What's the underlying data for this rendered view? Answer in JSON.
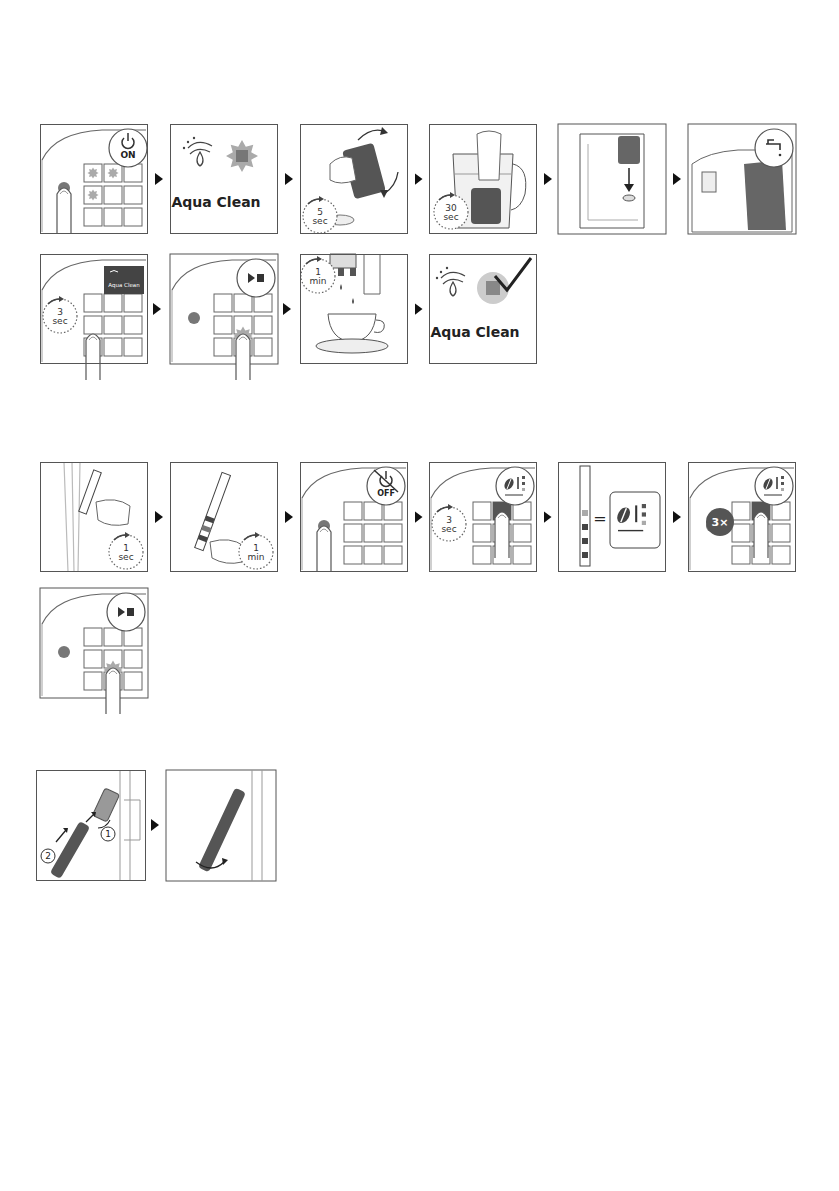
{
  "diagram": {
    "nodes": [
      {
        "text": [
          "ON"
        ]
      },
      {
        "text": [
          "Aqua Clean"
        ]
      },
      {
        "text": [
          "5 sec"
        ]
      },
      {
        "text": [
          "30 sec"
        ]
      },
      {
        "text": [
          "Aqua Clean",
          "3 sec"
        ]
      },
      {
        "text": [
          "1 min"
        ]
      },
      {
        "text": [
          "Aqua Clean"
        ]
      },
      {
        "text": [
          "1 sec"
        ]
      },
      {
        "text": [
          "1 min"
        ]
      },
      {
        "text": [
          "OFF"
        ]
      },
      {
        "text": [
          "3 sec"
        ]
      },
      {
        "text": [
          "="
        ]
      },
      {
        "text": [
          "3×"
        ]
      },
      {
        "text": [
          "1",
          "2"
        ]
      }
    ],
    "edges": [
      {
        "from": 0,
        "to": 1,
        "arrow": "to"
      },
      {
        "from": 1,
        "to": 2,
        "arrow": "to"
      },
      {
        "from": 2,
        "to": 3,
        "arrow": "to"
      },
      {
        "from": 5,
        "to": 6,
        "arrow": "to"
      },
      {
        "from": 7,
        "to": 8,
        "arrow": "to"
      },
      {
        "from": 8,
        "to": 9,
        "arrow": "to"
      },
      {
        "from": 9,
        "to": 10,
        "arrow": "to"
      },
      {
        "from": 10,
        "to": 11,
        "arrow": "to"
      },
      {
        "from": 11,
        "to": 12,
        "arrow": "to"
      }
    ]
  }
}
